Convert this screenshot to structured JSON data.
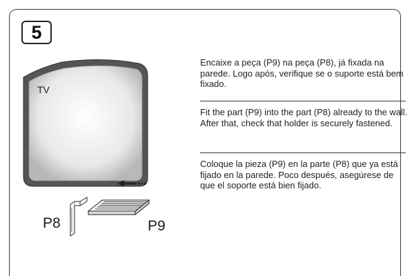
{
  "step": {
    "number": "5"
  },
  "illustration": {
    "tv_label": "TV",
    "part_a_label": "P8",
    "part_b_label": "P9",
    "icons": [
      "tv-panel-icon",
      "wall-bracket-p8-icon",
      "holder-p9-icon",
      "insert-direction-arrow-icon"
    ]
  },
  "instructions": {
    "portuguese": "Encaixe a peça (P9) na peça (P8), já fixada na parede. Logo após, verifique se o suporte está bem fixado.",
    "english": "Fit the part (P9) into the part (P8) already to the wall. After that, check that holder is securely fastened.",
    "spanish": "Coloque la pieza (P9) en la parte (P8) que ya está fijado en la parede. Poco después, asegúrese de que el soporte está bien fijado."
  }
}
